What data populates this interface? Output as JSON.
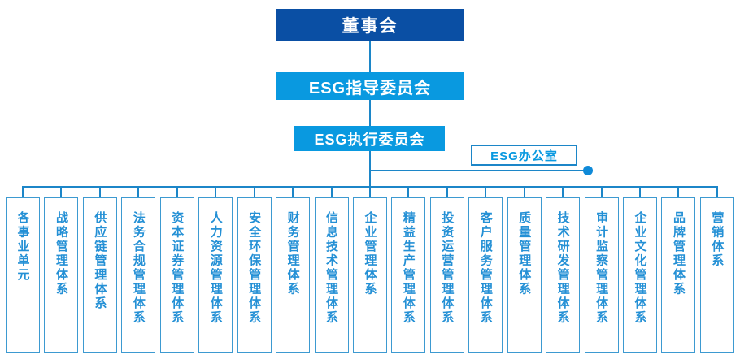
{
  "chart": {
    "type": "org-chart",
    "nodes": {
      "board": "董事会",
      "steering_committee": "ESG指导委员会",
      "executive_committee": "ESG执行委员会",
      "office": "ESG办公室"
    },
    "units": [
      "各事业单元",
      "战略管理体系",
      "供应链管理体系",
      "法务合规管理体系",
      "资本证券管理体系",
      "人力资源管理体系",
      "安全环保管理体系",
      "财务管理体系",
      "信息技术管理体系",
      "企业管理体系",
      "精益生产管理体系",
      "投资运营管理体系",
      "客户服务管理体系",
      "质量管理体系",
      "技术研发管理体系",
      "审计监察管理体系",
      "企业文化管理体系",
      "品牌管理体系",
      "营销体系"
    ],
    "colors": {
      "board_bg": "#0a4fa4",
      "committee_bg": "#0999e0",
      "line": "#1c86c8",
      "unit_border": "#3d9ad1",
      "unit_text": "#2490d5",
      "office_text": "#0999e0",
      "dot": "#0f8ad8",
      "background": "#ffffff"
    }
  }
}
